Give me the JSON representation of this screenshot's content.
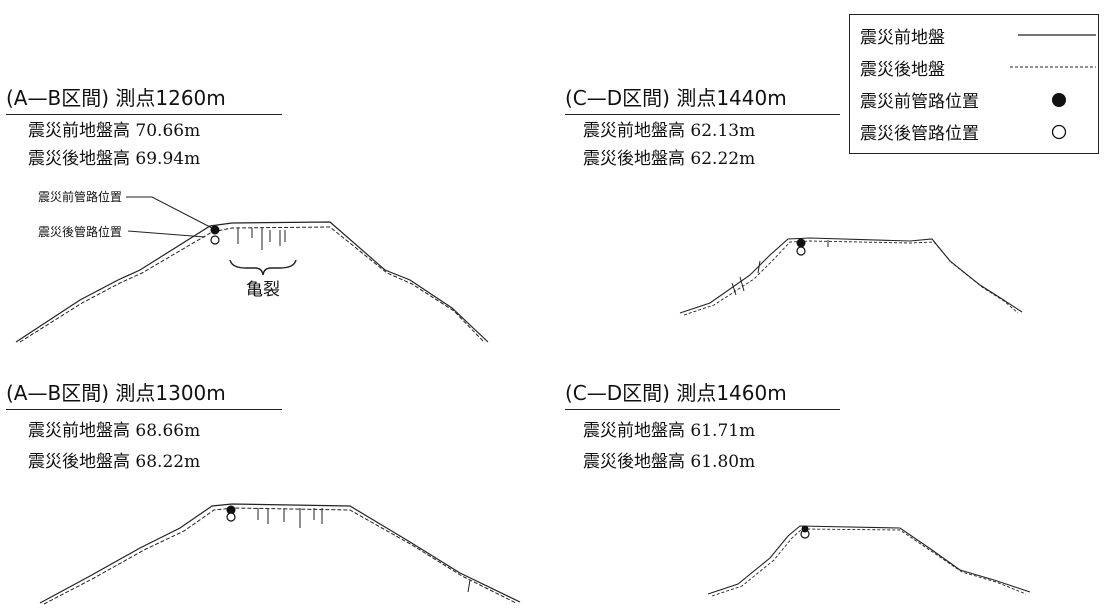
{
  "legend": {
    "items": [
      {
        "label": "震災前地盤",
        "symbol": "solid-line"
      },
      {
        "label": "震災後地盤",
        "symbol": "dashed-line"
      },
      {
        "label": "震災前管路位置",
        "symbol": "filled-circle"
      },
      {
        "label": "震災後管路位置",
        "symbol": "open-circle"
      }
    ]
  },
  "panels": [
    {
      "title": "(A—B区間) 測点1260m",
      "before": "震災前地盤高 70.66m",
      "after": "震災後地盤高 69.94m",
      "callouts": {
        "before_pipe": "震災前管路位置",
        "after_pipe": "震災後管路位置",
        "crack": "亀裂"
      }
    },
    {
      "title": "(C—D区間) 測点1440m",
      "before": "震災前地盤高 62.13m",
      "after": "震災後地盤高 62.22m"
    },
    {
      "title": "(A—B区間) 測点1300m",
      "before": "震災前地盤高 68.66m",
      "after": "震災後地盤高 68.22m"
    },
    {
      "title": "(C—D区間) 測点1460m",
      "before": "震災前地盤高 61.71m",
      "after": "震災後地盤高 61.80m"
    }
  ],
  "colors": {
    "line": "#222222",
    "background": "#ffffff"
  }
}
